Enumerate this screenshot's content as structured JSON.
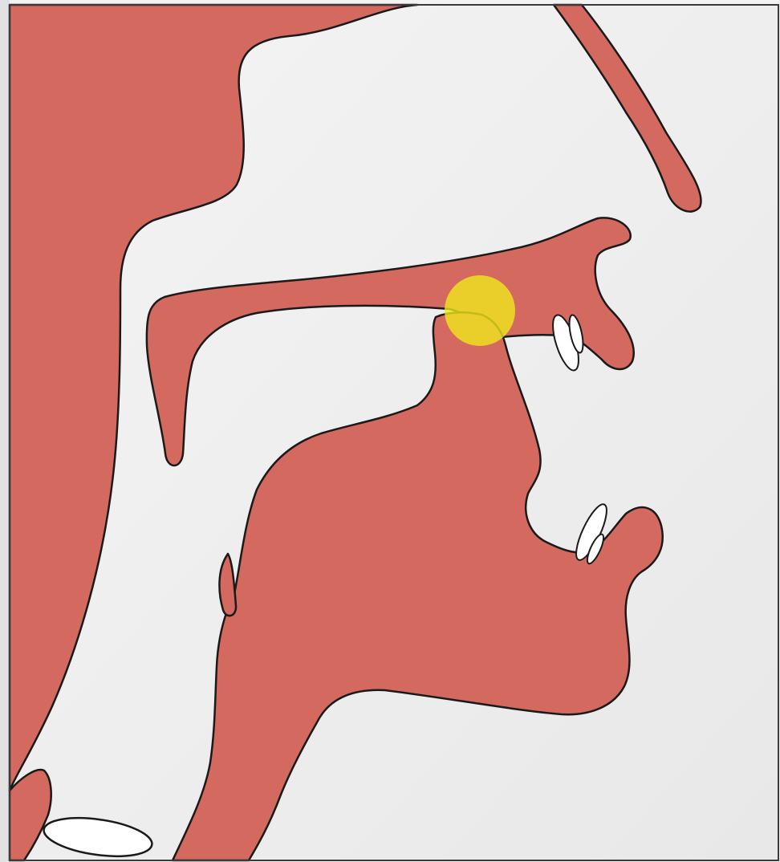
{
  "diagram": {
    "subject": "sagittal-vocal-tract",
    "colors": {
      "background": "#efefef",
      "tissue": "#d4695f",
      "outline": "#1a1a1a",
      "teeth": "#ffffff",
      "highlight": "#f0ea1a"
    },
    "highlight_marker": {
      "icon": "yellow-circle",
      "meaning": "place-of-articulation"
    }
  }
}
